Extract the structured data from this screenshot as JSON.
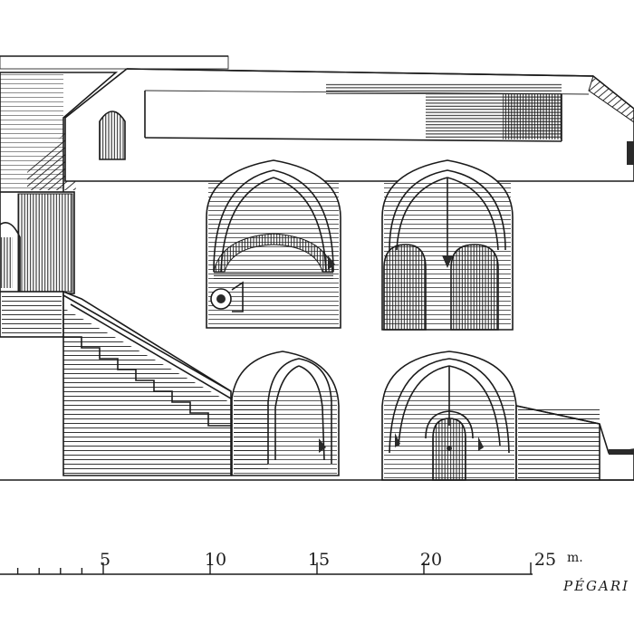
{
  "scale_bar": {
    "labels": [
      "5",
      "10",
      "15",
      "20",
      "25"
    ],
    "unit": "m."
  },
  "signature": "PÉGARI",
  "colors": {
    "ink": "#1b1b1b",
    "paper": "#ffffff"
  }
}
